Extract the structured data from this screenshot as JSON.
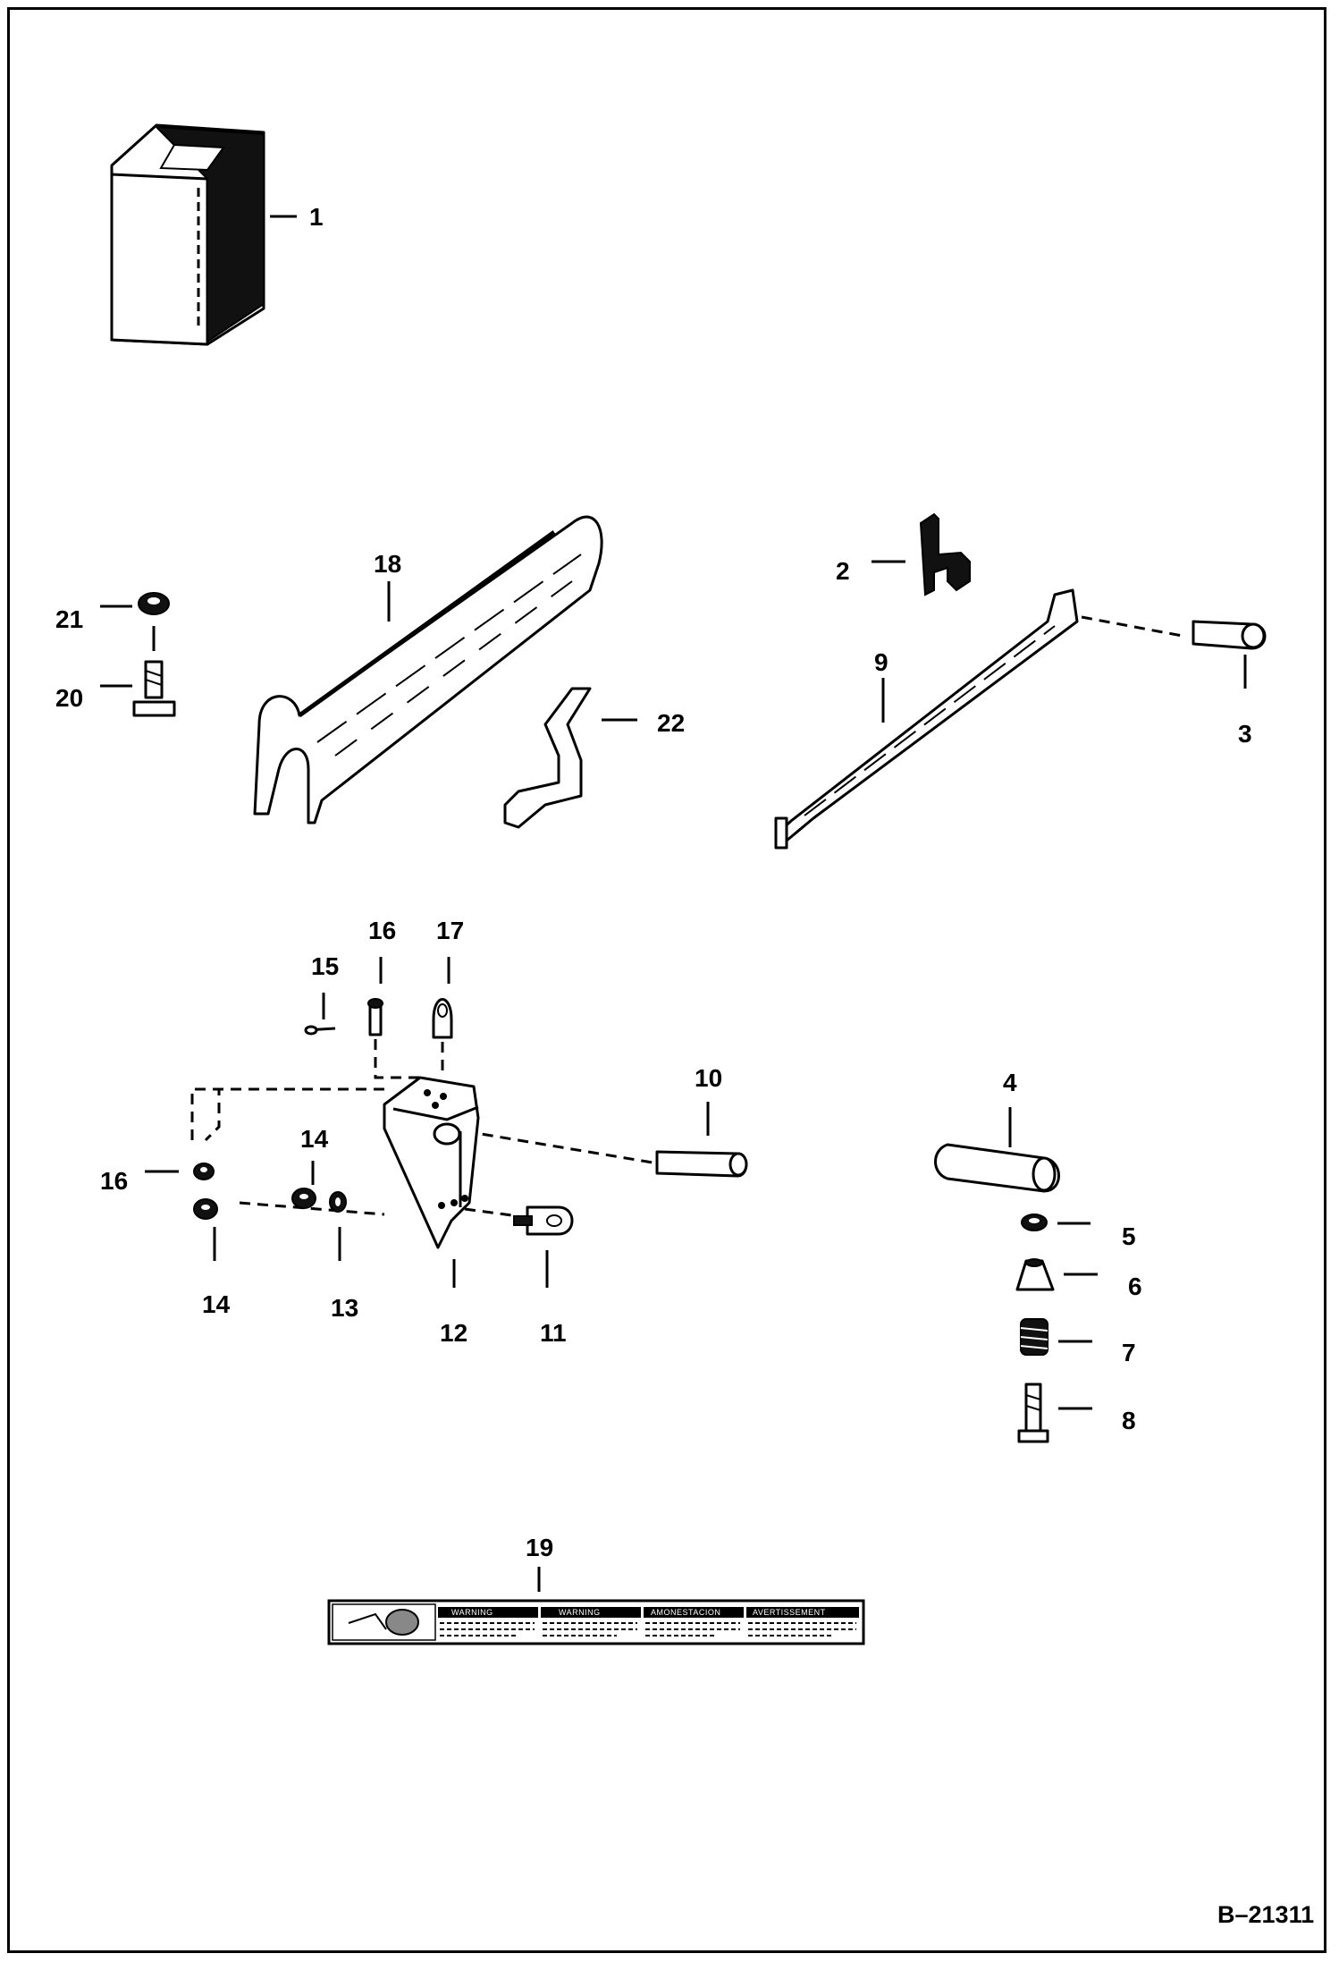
{
  "drawing_ref": "B–21311",
  "callouts": {
    "c1": "1",
    "c2": "2",
    "c3": "3",
    "c4": "4",
    "c5": "5",
    "c6": "6",
    "c7": "7",
    "c8": "8",
    "c9": "9",
    "c10": "10",
    "c11": "11",
    "c12": "12",
    "c13": "13",
    "c14a": "14",
    "c14b": "14",
    "c15": "15",
    "c16a": "16",
    "c16b": "16",
    "c17": "17",
    "c18": "18",
    "c19": "19",
    "c20": "20",
    "c21": "21",
    "c22": "22"
  },
  "decal": {
    "headers": [
      "WARNING",
      "WARNING",
      "AMONESTACION",
      "AVERTISSEMENT"
    ]
  }
}
